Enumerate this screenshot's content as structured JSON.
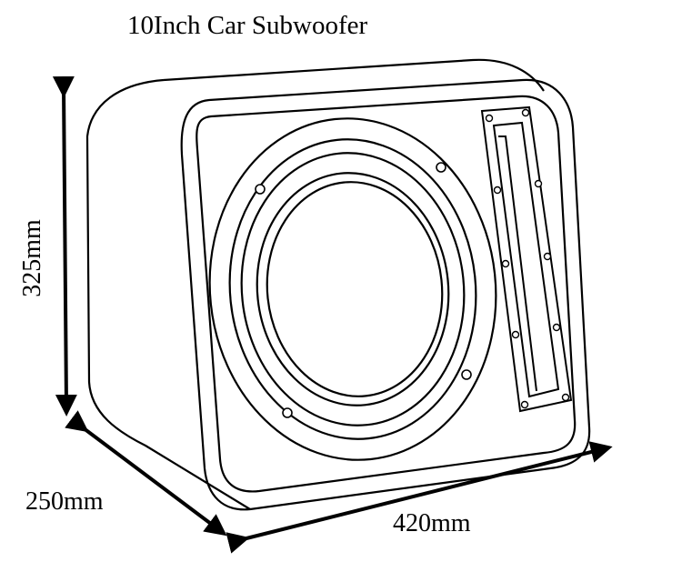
{
  "title": "10Inch Car Subwoofer",
  "dimensions": {
    "height": "325mm",
    "depth": "250mm",
    "width": "420mm"
  },
  "colors": {
    "line": "#000000",
    "background": "#ffffff"
  }
}
